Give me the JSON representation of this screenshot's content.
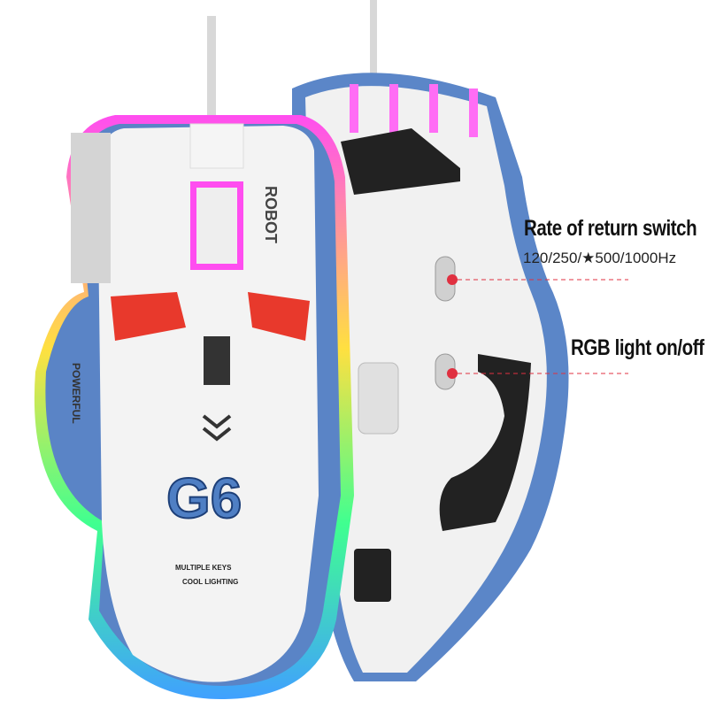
{
  "callouts": {
    "rate_switch": {
      "title": "Rate of return switch",
      "options": "120/250/★500/1000Hz"
    },
    "rgb_switch": {
      "title": "RGB light on/off"
    }
  },
  "mouse_lettering": {
    "model": "G6",
    "robot": "ROBOT",
    "powerful": "POWERFUL",
    "tagline_1": "MULTIPLE KEYS",
    "tagline_2": "COOL LIGHTING"
  },
  "colors": {
    "shell": "#f2f2f2",
    "accent_blue": "#4f7fc4",
    "button_red": "#e8392c",
    "rgb_pink": "#ff3df0",
    "feet": "#222222",
    "callout_line": "#e03040"
  }
}
